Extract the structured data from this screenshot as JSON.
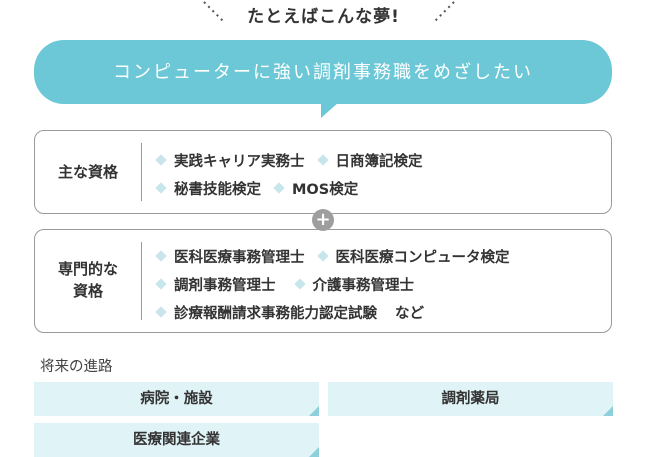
{
  "dream": {
    "title": "たとえばこんな夢!",
    "bubble_text": "コンピューターに強い調剤事務職をめざしたい"
  },
  "main_qualifications": {
    "label": "主な資格",
    "rows": [
      [
        "実践キャリア実務士",
        "日商簿記検定"
      ],
      [
        "秘書技能検定",
        "MOS検定"
      ]
    ]
  },
  "plus_symbol": "+",
  "specialized_qualifications": {
    "label_line1": "専門的な",
    "label_line2": "資格",
    "rows": [
      [
        "医科医療事務管理士",
        "医科医療コンピュータ検定"
      ],
      [
        "調剤事務管理士",
        "介護事務管理士"
      ],
      [
        "診療報酬請求事務能力認定試験"
      ]
    ],
    "suffix": "など"
  },
  "career": {
    "label": "将来の進路",
    "paths": [
      "病院・施設",
      "調剤薬局",
      "医療関連企業"
    ]
  },
  "colors": {
    "bubble": "#6cc7d6",
    "diamond": "#c6e6ec",
    "career_bg": "#e0f3f6",
    "career_corner": "#8dd0dc",
    "plus": "#9e9e9e"
  }
}
